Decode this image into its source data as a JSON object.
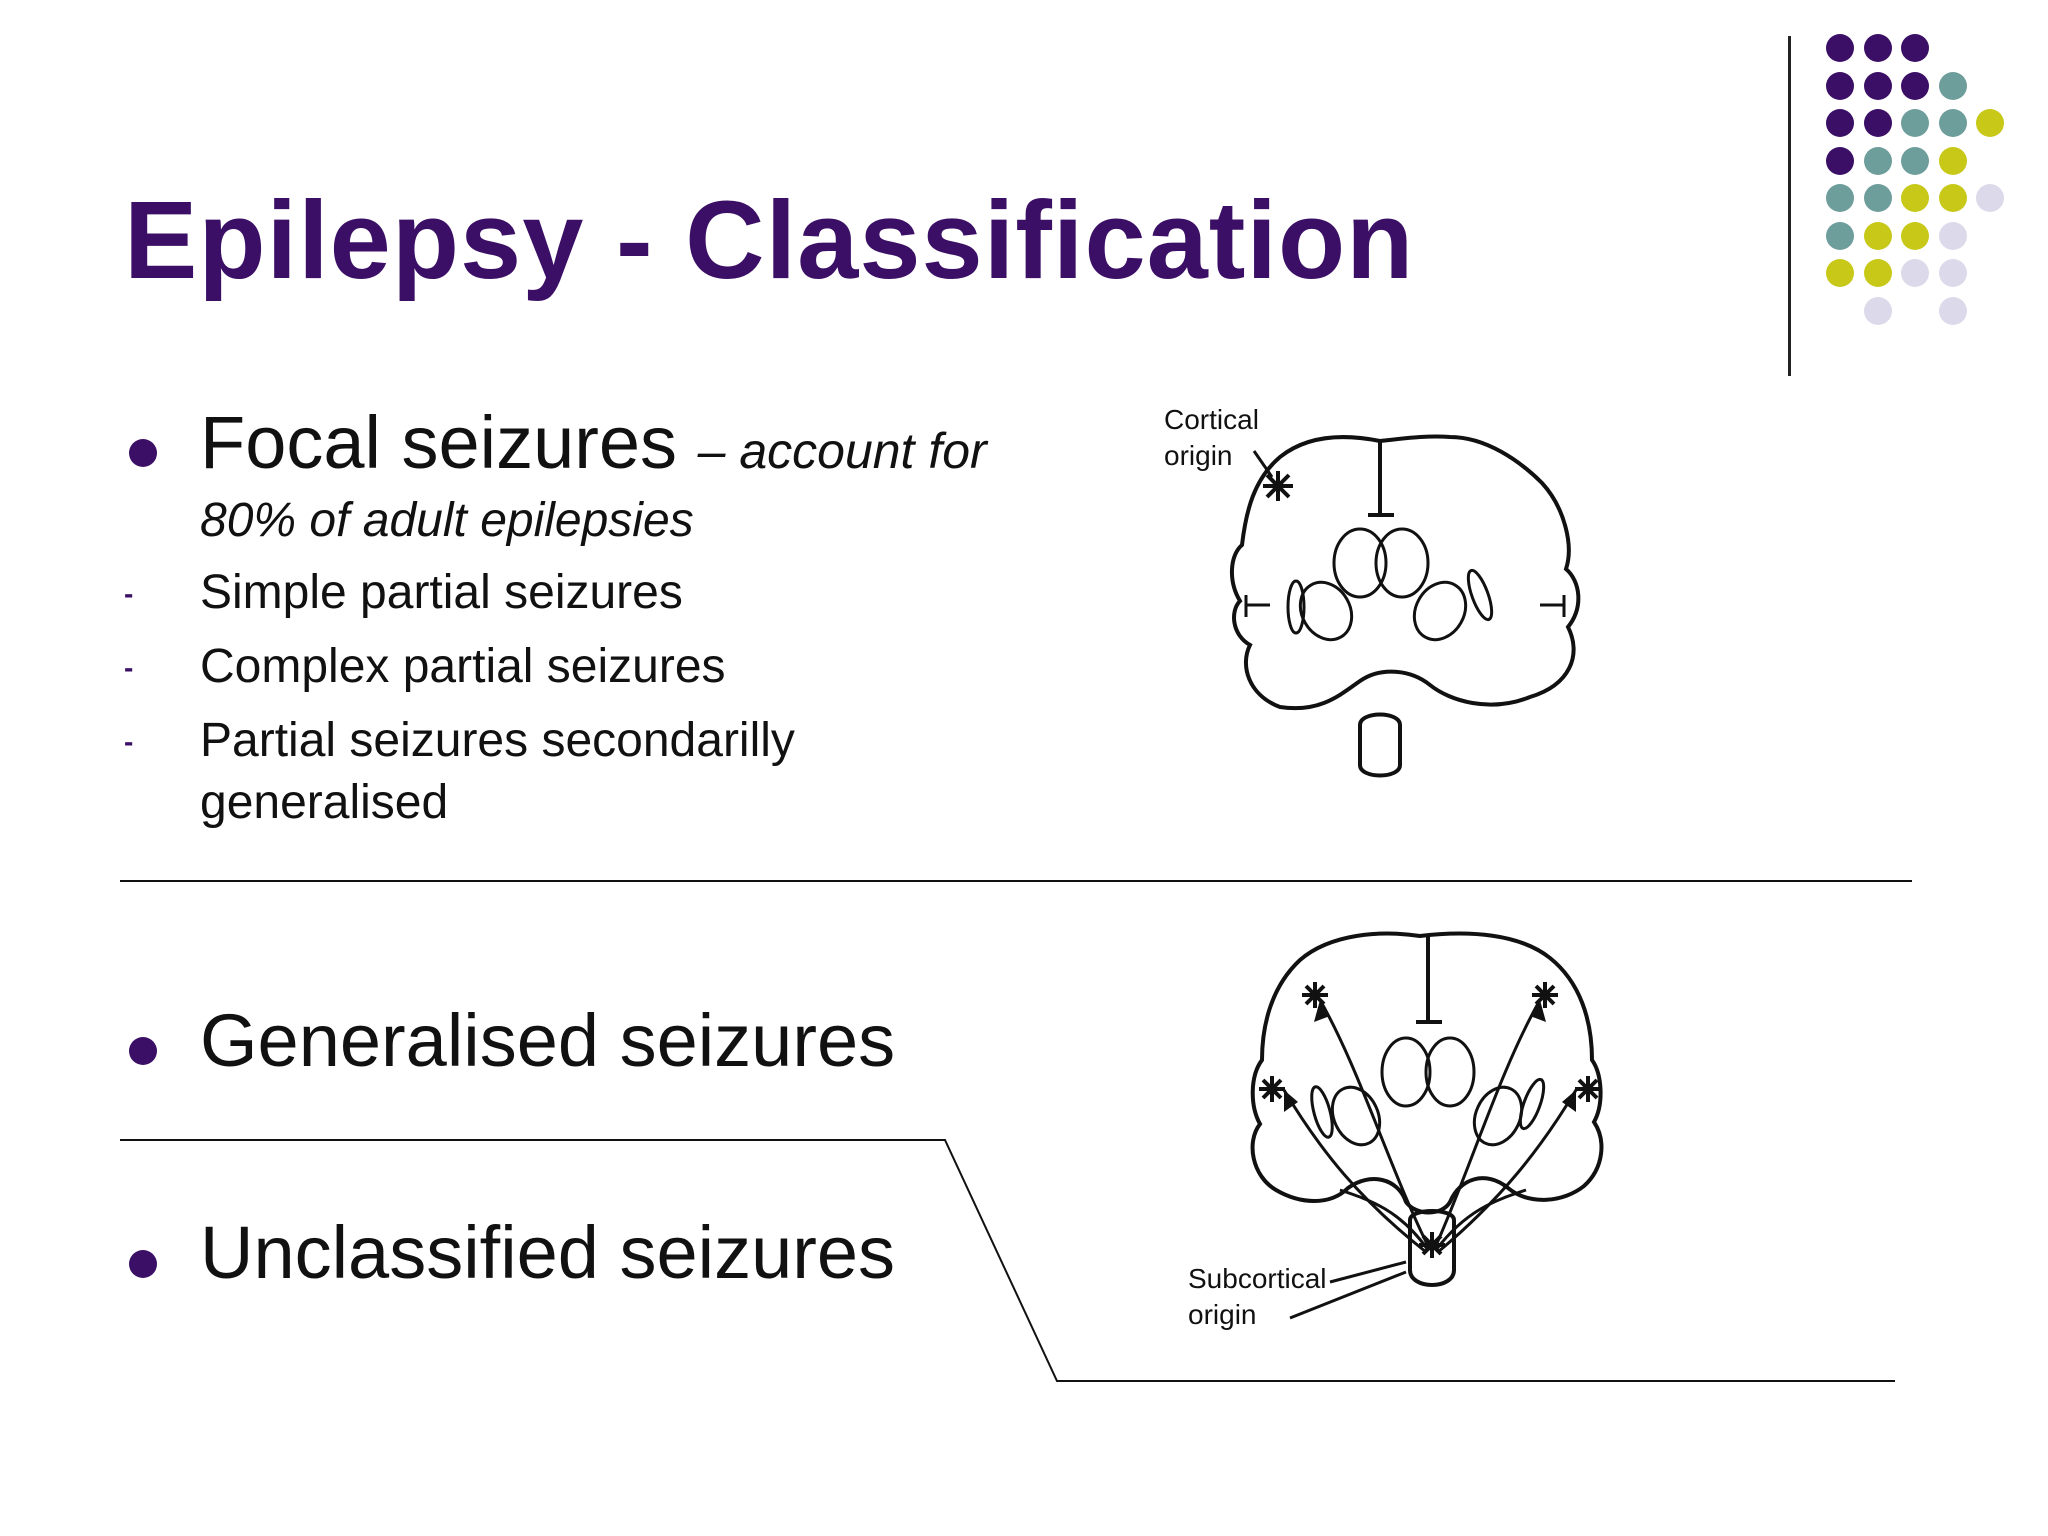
{
  "slide": {
    "title": "Epilepsy - Classification",
    "focal": {
      "heading": "Focal seizures",
      "note_part1": "– account for",
      "note_part2": "80% of adult epilepsies",
      "subitems": [
        "Simple partial seizures",
        "Complex partial seizures",
        "Partial seizures secondarilly",
        "generalised"
      ]
    },
    "generalised": "Generalised seizures",
    "unclassified": "Unclassified seizures",
    "diagram_top": {
      "label_line1": "Cortical",
      "label_line2": "origin"
    },
    "diagram_bottom": {
      "label_line1": "Subcortical",
      "label_line2": "origin"
    }
  },
  "colors": {
    "title": "#3b0f66",
    "dot_purple": "#3b0f66",
    "dot_teal": "#6e9e9c",
    "dot_yellow": "#c7c818",
    "dot_lavender": "#dcdaea"
  },
  "icons": {
    "bullet": "filled-circle",
    "dash": "dash",
    "decor": "dot-grid"
  }
}
